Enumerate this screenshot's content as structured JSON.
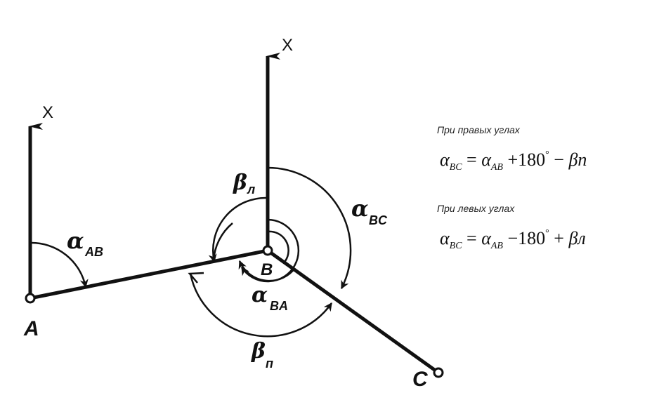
{
  "axes": {
    "a_x_label": "X",
    "b_x_label": "X"
  },
  "points": {
    "a": "A",
    "b": "B",
    "c": "C"
  },
  "angles": {
    "alpha_ab": {
      "symbol": "α",
      "sub": "AB"
    },
    "alpha_bc": {
      "symbol": "α",
      "sub": "BC"
    },
    "alpha_ba": {
      "symbol": "α",
      "sub": "BA"
    },
    "beta_left": {
      "symbol": "β",
      "sub": "л"
    },
    "beta_right": {
      "symbol": "β",
      "sub": "п"
    }
  },
  "formulas": {
    "right": {
      "caption": "При правых углах",
      "lhs": "α",
      "lhs_sub": "BC",
      "eq": " = ",
      "term1": "α",
      "term1_sub": "AB",
      "op1": " +180",
      "deg": "°",
      "op2": " − ",
      "term2": "βп"
    },
    "left": {
      "caption": "При левых углах",
      "lhs": "α",
      "lhs_sub": "BC",
      "eq": " = ",
      "term1": "α",
      "term1_sub": "AB",
      "op1": " −180",
      "deg": "°",
      "op2": " + ",
      "term2": "βл"
    }
  }
}
